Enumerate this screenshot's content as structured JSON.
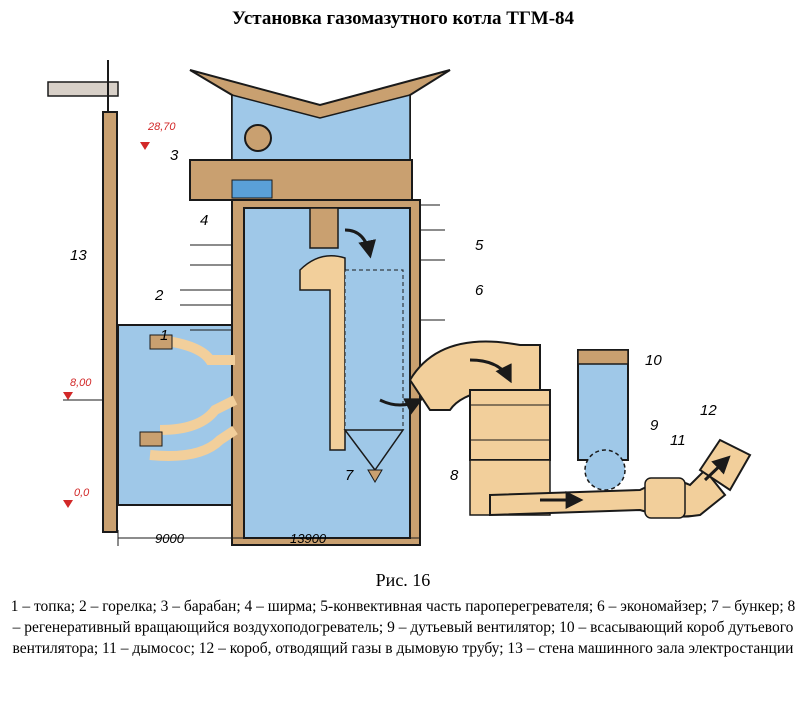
{
  "title": "Установка газомазутного котла ТГМ-84",
  "figure_label": "Рис. 16",
  "caption": "1 – топка; 2 – горелка; 3 – барабан; 4 – ширма; 5-конвективная часть пароперегревателя; 6 – экономайзер; 7 – бункер; 8 – регенеративный вращающийся воздухоподогреватель; 9 – дутьевый вентилятор; 10 – всасывающий короб дутьевого вентилятора; 11 – дымосос; 12 – короб, отводящий газы в дымовую трубу; 13 – стена машинного зала электростанции",
  "labels": {
    "n1": "1",
    "n2": "2",
    "n3": "3",
    "n4": "4",
    "n5": "5",
    "n6": "6",
    "n7": "7",
    "n8": "8",
    "n9": "9",
    "n10": "10",
    "n11": "11",
    "n12": "12",
    "n13": "13"
  },
  "elevations": {
    "top": "28,70",
    "mid": "8,00",
    "zero": "0,0"
  },
  "dimensions": {
    "left": "9000",
    "right": "13900"
  },
  "colors": {
    "water": "#9fc8e8",
    "casing": "#c9a070",
    "duct": "#f2cf9b",
    "outline": "#1a1a1a",
    "marker": "#d22828"
  }
}
